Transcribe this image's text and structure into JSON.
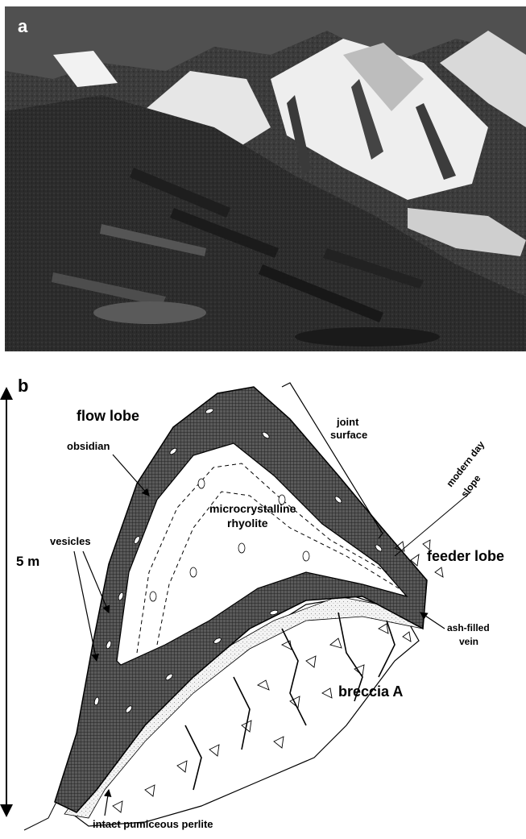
{
  "panel_a": {
    "label": "a"
  },
  "panel_b": {
    "label": "b",
    "scale_label": "5 m",
    "labels": {
      "flow_lobe": "flow lobe",
      "joint_surface_1": "joint",
      "joint_surface_2": "surface",
      "modern_day_slope_1": "modern day",
      "modern_day_slope_2": "slope",
      "obsidian": "obsidian",
      "microcrystalline_1": "microcrystalline",
      "microcrystalline_2": "rhyolite",
      "vesicles": "vesicles",
      "feeder_lobe": "feeder lobe",
      "ash_filled_vein_1": "ash-filled",
      "ash_filled_vein_2": "vein",
      "breccia_a": "breccia A",
      "intact_perlite": "intact pumiceous perlite"
    }
  },
  "colors": {
    "obsidian_fill": "#3a3a3a",
    "photo_dark": "#2a2a2a",
    "photo_light": "#e6e6e6"
  }
}
